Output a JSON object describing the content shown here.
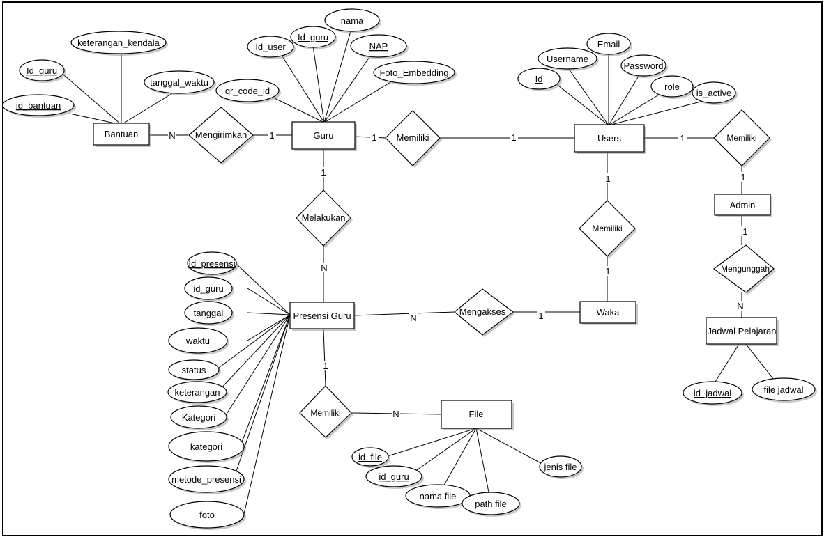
{
  "entities": {
    "bantuan": "Bantuan",
    "guru": "Guru",
    "users": "Users",
    "admin": "Admin",
    "presensi_guru": "Presensi Guru",
    "waka": "Waka",
    "file": "File",
    "jadwal_pelajaran": "Jadwal Pelajaran"
  },
  "relationships": {
    "mengirimkan": "Mengirimkan",
    "memiliki_guru_users": "Memiliki",
    "memiliki_users_admin": "Memiliki",
    "melakukan": "Melakukan",
    "memiliki_users_waka": "Memiliki",
    "mengakses": "Mengakses",
    "mengunggah": "Mengunggah",
    "memiliki_presensi_file": "Memiliki"
  },
  "attributes": {
    "bantuan": {
      "id_guru": "Id_guru",
      "id_bantuan": "id_bantuan",
      "keterangan_kendala": "keterangan_kendala",
      "tanggal_waktu": "tanggal_waktu"
    },
    "guru": {
      "qr_code_id": "qr_code_id",
      "id_user": "Id_user",
      "id_guru": "Id_guru",
      "nama": "nama",
      "nap": "NAP",
      "foto_embedding": "Foto_Embedding"
    },
    "users": {
      "id": "Id",
      "username": "Username",
      "email": "Email",
      "password": "Password",
      "role": "role",
      "is_active": "is_active"
    },
    "presensi": {
      "id_presensi": "Id_presensi",
      "id_guru": "id_guru",
      "tanggal": "tanggal",
      "waktu": "waktu",
      "status": "status",
      "keterangan": "keterangan",
      "kategori_1": "Kategori",
      "kategori_2": "kategori",
      "metode_presensi": "metode_presensi",
      "foto": "foto"
    },
    "file": {
      "id_file": "id_file",
      "id_guru": "id_guru",
      "nama_file": "nama file",
      "path_file": "path file",
      "jenis_file": "jenis file"
    },
    "jadwal": {
      "id_jadwal": "id_jadwal",
      "file_jadwal": "file jadwal"
    }
  },
  "cardinalities": {
    "bantuan_mengirimkan": "N",
    "mengirimkan_guru": "1",
    "guru_memiliki": "1",
    "memiliki_users": "1",
    "users_memiliki_admin": "1",
    "memiliki_admin": "1",
    "guru_melakukan": "1",
    "melakukan_presensi": "N",
    "users_memiliki_waka": "1",
    "memiliki_waka": "1",
    "presensi_mengakses": "N",
    "mengakses_waka": "1",
    "admin_mengunggah": "1",
    "mengunggah_jadwal": "N",
    "presensi_memiliki_file": "1",
    "memiliki_file": "N"
  }
}
